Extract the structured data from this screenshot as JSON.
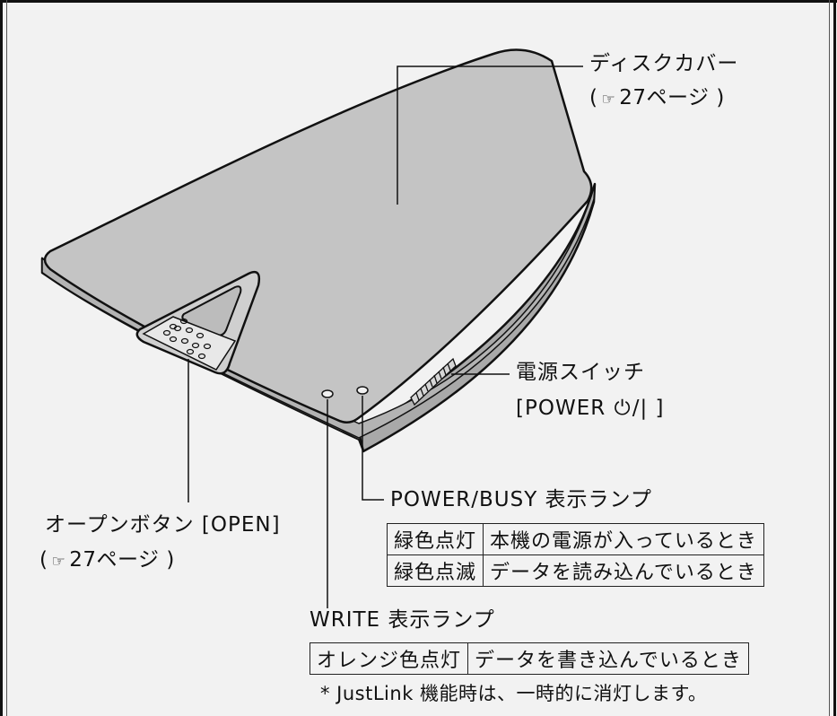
{
  "callouts": {
    "disc_cover": {
      "name": "ディスクカバー",
      "ref_open": "(",
      "ref_icon": "☞",
      "ref_text": "27ページ",
      "ref_close": ")"
    },
    "power_switch": {
      "name": "電源スイッチ",
      "spec_open": "[POWER ",
      "spec_glyph": "⏻",
      "spec_close": "/| ]"
    },
    "open_button": {
      "name": "オープンボタン [OPEN]",
      "ref_open": "(",
      "ref_icon": "☞",
      "ref_text": "27ページ",
      "ref_close": ")"
    },
    "power_busy": {
      "name": "POWER/BUSY 表示ランプ",
      "rows": [
        {
          "state": "緑色点灯",
          "meaning": "本機の電源が入っているとき"
        },
        {
          "state": "緑色点滅",
          "meaning": "データを読み込んでいるとき"
        }
      ]
    },
    "write": {
      "name": "WRITE 表示ランプ",
      "rows": [
        {
          "state": "オレンジ色点灯",
          "meaning": "データを書き込んでいるとき"
        }
      ]
    }
  },
  "footnote": "* JustLink 機能時は、一時的に消灯します。",
  "colors": {
    "background": "#f2f2f2",
    "device_body": "#bdbdbd",
    "device_top": "#c8c8c8",
    "outline": "#111111"
  },
  "icons": {
    "reference": "pointing-hand-icon",
    "power": "power-symbol-icon"
  }
}
